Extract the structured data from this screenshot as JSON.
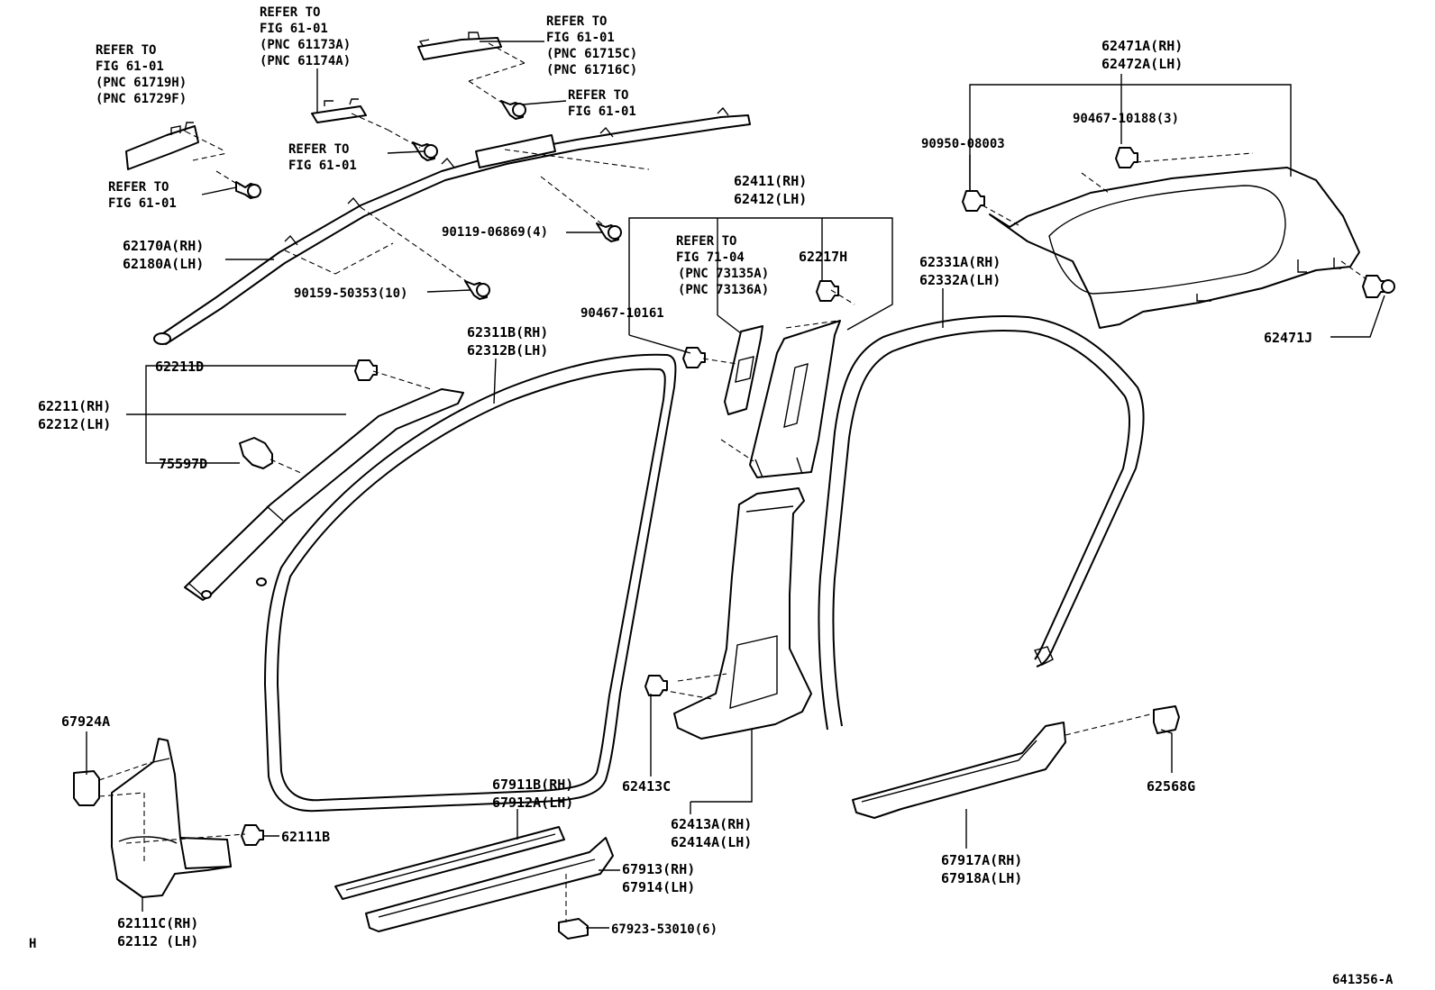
{
  "labels": {
    "ref_a1": "REFER TO",
    "ref_a2": "FIG 61-01",
    "ref_a3": "(PNC 61719H)",
    "ref_a4": "(PNC 61729F)",
    "ref_b1": "REFER TO",
    "ref_b2": "FIG 61-01",
    "ref_b3": "(PNC 61173A)",
    "ref_b4": "(PNC 61174A)",
    "ref_c1": "REFER TO",
    "ref_c2": "FIG 61-01",
    "ref_c3": "(PNC 61715C)",
    "ref_c4": "(PNC 61716C)",
    "ref_d1": "REFER TO",
    "ref_d2": "FIG 61-01",
    "ref_e1": "REFER TO",
    "ref_e2": "FIG 61-01",
    "ref_f1": "REFER TO",
    "ref_f2": "FIG 61-01",
    "ref_g1": "REFER TO",
    "ref_g2": "FIG 71-04",
    "ref_g3": "(PNC 73135A)",
    "ref_g4": "(PNC 73136A)",
    "p62170A": "62170A(RH)",
    "p62180A": "62180A(LH)",
    "p90119": "90119-06869(4)",
    "p90159": "90159-50353(10)",
    "p62411": "62411(RH)",
    "p62412": "62412(LH)",
    "p62217H": "62217H",
    "p90467_10161": "90467-10161",
    "p62471A": "62471A(RH)",
    "p62472A": "62472A(LH)",
    "p90467_10188": "90467-10188(3)",
    "p90950": "90950-08003",
    "p62471J": "62471J",
    "p62331A": "62331A(RH)",
    "p62332A": "62332A(LH)",
    "p62311B": "62311B(RH)",
    "p62312B": "62312B(LH)",
    "p62211D": "62211D",
    "p62211": "62211(RH)",
    "p62212": "62212(LH)",
    "p75597D": "75597D",
    "p67924A": "67924A",
    "p62111B": "62111B",
    "p62111C": "62111C(RH)",
    "p62112": "62112  (LH)",
    "p67911B": "67911B(RH)",
    "p67912A": "67912A(LH)",
    "p67913": "67913(RH)",
    "p67914": "67914(LH)",
    "p67923": "67923-53010(6)",
    "p62413C": "62413C",
    "p62413A": "62413A(RH)",
    "p62414A": "62414A(LH)",
    "p67917A": "67917A(RH)",
    "p67918A": "67918A(LH)",
    "p62568G": "62568G",
    "corner_h": "H",
    "fig_no": "641356-A"
  }
}
